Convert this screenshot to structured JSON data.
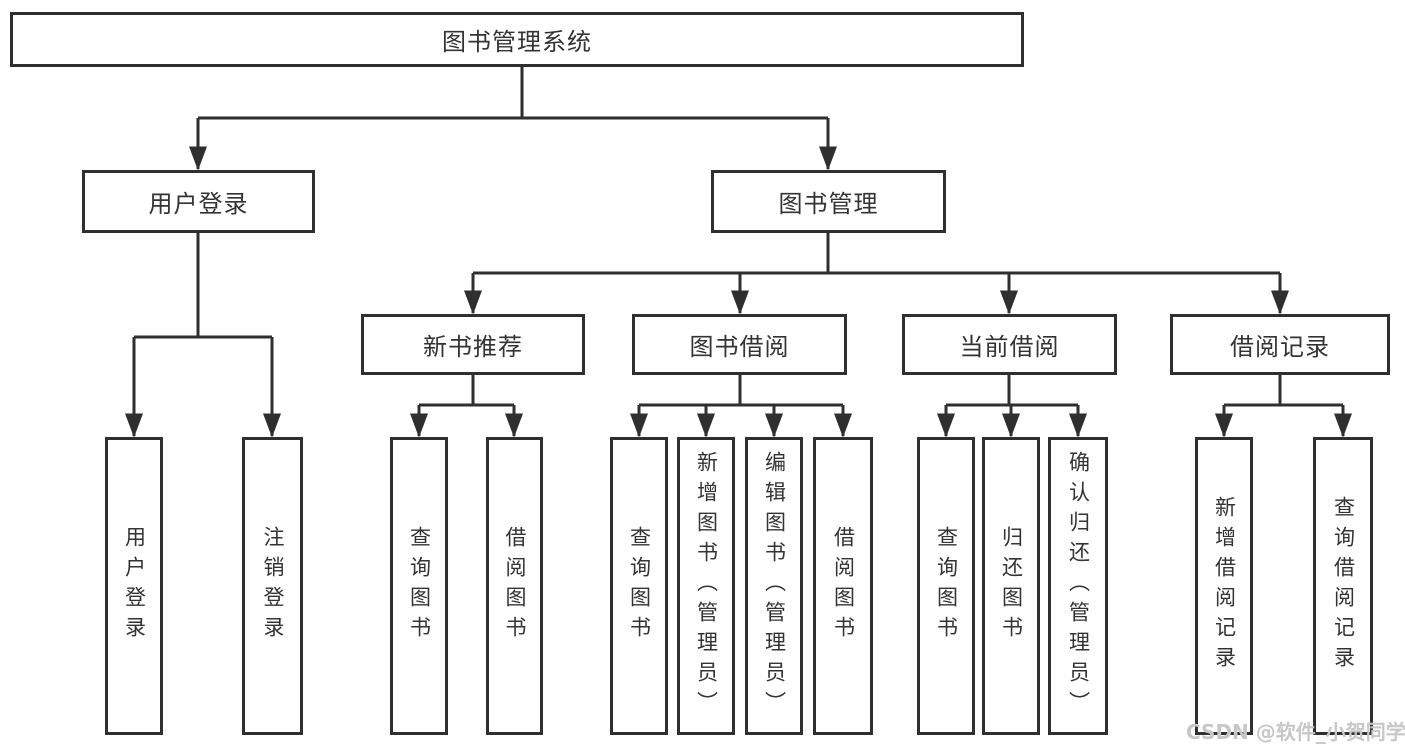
{
  "diagram": {
    "root": {
      "label": "图书管理系统"
    },
    "branches": {
      "user_login": {
        "label": "用户登录",
        "children": {
          "login": {
            "label": "用户登录"
          },
          "logout": {
            "label": "注销登录"
          }
        }
      },
      "book_mgmt": {
        "label": "图书管理",
        "sections": {
          "new_book": {
            "label": "新书推荐",
            "children": {
              "query": {
                "label": "查询图书"
              },
              "borrow": {
                "label": "借阅图书"
              }
            }
          },
          "borrowing": {
            "label": "图书借阅",
            "children": {
              "query": {
                "label": "查询图书"
              },
              "add": {
                "label": "新增图书（管理员）"
              },
              "edit": {
                "label": "编辑图书（管理员）"
              },
              "borrow": {
                "label": "借阅图书"
              }
            }
          },
          "current": {
            "label": "当前借阅",
            "children": {
              "query": {
                "label": "查询图书"
              },
              "return": {
                "label": "归还图书"
              },
              "confirm": {
                "label": "确认归还（管理员）"
              }
            }
          },
          "records": {
            "label": "借阅记录",
            "children": {
              "add": {
                "label": "新增借阅记录"
              },
              "query": {
                "label": "查询借阅记录"
              }
            }
          }
        }
      }
    }
  },
  "watermark": {
    "text": "CSDN @软件_小贺同学"
  },
  "colors": {
    "line": "#2f2f2f",
    "box_border": "#2f2f2f",
    "text": "#333333",
    "watermark": "#c7c7c7",
    "background": "#ffffff"
  }
}
